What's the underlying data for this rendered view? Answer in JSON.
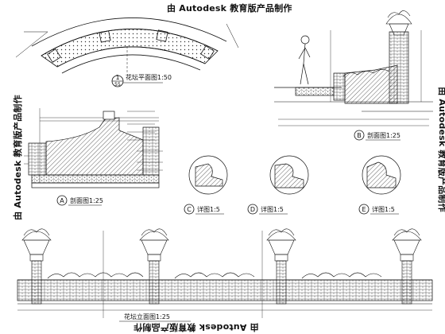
{
  "watermark": "由 Autodesk 教育版产品制作",
  "views": {
    "plan": {
      "title": "花坛平面图1:50",
      "tag": "1",
      "scale": "55"
    },
    "section_a": {
      "title": "剖面图1:25",
      "tag": "A"
    },
    "section_b": {
      "title": "剖面图1:25",
      "tag": "B"
    },
    "detail_c": {
      "title": "详图1:5",
      "tag": "C"
    },
    "detail_d": {
      "title": "详图1:5",
      "tag": "D"
    },
    "detail_e": {
      "title": "详图1:5",
      "tag": "E"
    },
    "elevation": {
      "title": "花坛立面图1:25"
    }
  },
  "colors": {
    "line": "#111111",
    "paper": "#ffffff"
  }
}
